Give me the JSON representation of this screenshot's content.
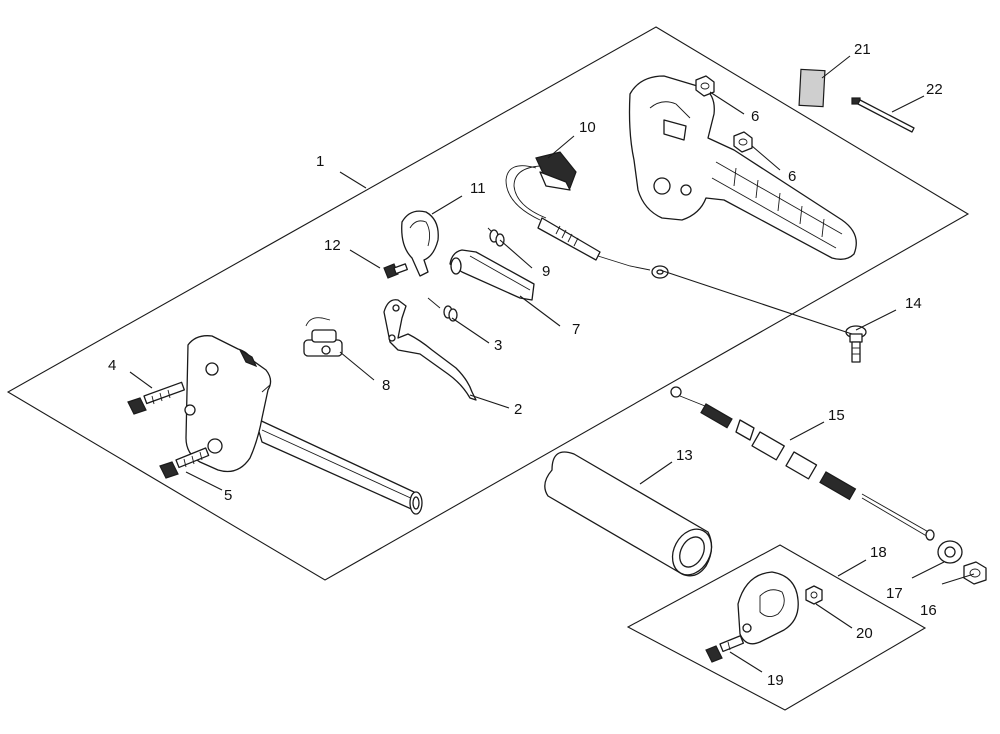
{
  "callouts": {
    "c1": "1",
    "c2": "2",
    "c3": "3",
    "c4": "4",
    "c5": "5",
    "c6a": "6",
    "c6b": "6",
    "c7": "7",
    "c8": "8",
    "c9": "9",
    "c10": "10",
    "c11": "11",
    "c12": "12",
    "c13": "13",
    "c14": "14",
    "c15": "15",
    "c16": "16",
    "c17": "17",
    "c18": "18",
    "c19": "19",
    "c20": "20",
    "c21": "21",
    "c22": "22"
  }
}
